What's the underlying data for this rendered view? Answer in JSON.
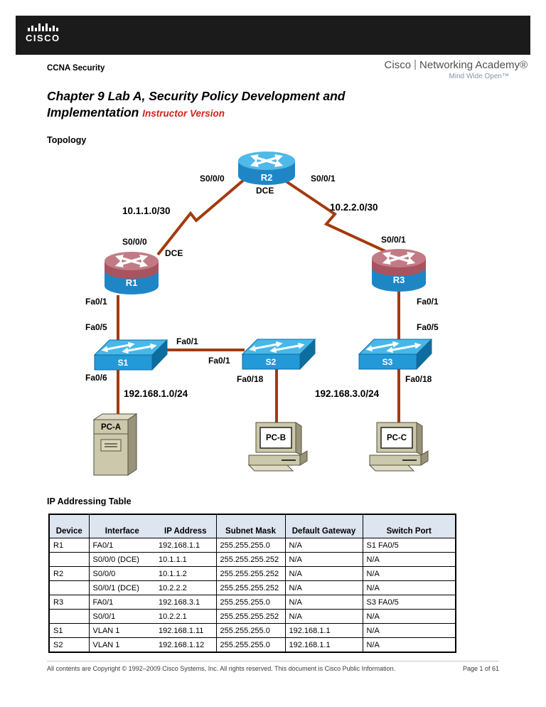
{
  "brand_bar": {
    "logo_text": "CISCO"
  },
  "header": {
    "course": "CCNA Security",
    "academy": {
      "brand": "Cisco",
      "name": "Networking Academy®",
      "tagline": "Mind Wide Open™"
    }
  },
  "title": {
    "line1": "Chapter 9 Lab A, Security Policy Development and",
    "line2_main": "Implementation",
    "line2_suffix": "Instructor Version"
  },
  "topology": {
    "heading": "Topology",
    "devices": {
      "r1": "R1",
      "r2": "R2",
      "r3": "R3",
      "s1": "S1",
      "s2": "S2",
      "s3": "S3",
      "pc_a": "PC-A",
      "pc_b": "PC-B",
      "pc_c": "PC-C"
    },
    "labels": {
      "r2_s000": "S0/0/0",
      "r2_s001": "S0/0/1",
      "r2_dce": "DCE",
      "net_10_1": "10.1.1.0/30",
      "net_10_2": "10.2.2.0/30",
      "r1_s000": "S0/0/0",
      "r1_dce": "DCE",
      "r3_s001": "S0/0/1",
      "r1_fa01": "Fa0/1",
      "s1_fa05": "Fa0/5",
      "r3_fa01": "Fa0/1",
      "s3_fa05": "Fa0/5",
      "s1_fa01": "Fa0/1",
      "s2_fa01": "Fa0/1",
      "s1_fa06": "Fa0/6",
      "s2_fa018": "Fa0/18",
      "s3_fa018": "Fa0/18",
      "net_192_1": "192.168.1.0/24",
      "net_192_3": "192.168.3.0/24"
    }
  },
  "ip_table": {
    "heading": "IP Addressing Table",
    "columns": [
      "Device",
      "Interface",
      "IP Address",
      "Subnet Mask",
      "Default Gateway",
      "Switch Port"
    ],
    "rows": [
      [
        "R1",
        "FA0/1",
        "192.168.1.1",
        "255.255.255.0",
        "N/A",
        "S1 FA0/5"
      ],
      [
        "",
        "S0/0/0 (DCE)",
        "10.1.1.1",
        "255.255.255.252",
        "N/A",
        "N/A"
      ],
      [
        "R2",
        "S0/0/0",
        "10.1.1.2",
        "255.255.255.252",
        "N/A",
        "N/A"
      ],
      [
        "",
        "S0/0/1 (DCE)",
        "10.2.2.2",
        "255.255.255.252",
        "N/A",
        "N/A"
      ],
      [
        "R3",
        "FA0/1",
        "192.168.3.1",
        "255.255.255.0",
        "N/A",
        "S3 FA0/5"
      ],
      [
        "",
        "S0/0/1",
        "10.2.2.1",
        "255.255.255.252",
        "N/A",
        "N/A"
      ],
      [
        "S1",
        "VLAN 1",
        "192.168.1.11",
        "255.255.255.0",
        "192.168.1.1",
        "N/A"
      ],
      [
        "S2",
        "VLAN 1",
        "192.168.1.12",
        "255.255.255.0",
        "192.168.1.1",
        "N/A"
      ]
    ]
  },
  "footer": {
    "copyright": "All contents are Copyright © 1992–2009 Cisco Systems, Inc. All rights reserved. This document is Cisco Public Information.",
    "page": "Page 1 of 61"
  },
  "colors": {
    "accent_red": "#cf241c",
    "serial_link": "#a23b0e",
    "router_blue": "#1f86c6",
    "router_rose": "#a85360",
    "switch_blue": "#2499d8",
    "pc_tan": "#ccc8ab",
    "table_header_bg": "#dde5f0"
  }
}
